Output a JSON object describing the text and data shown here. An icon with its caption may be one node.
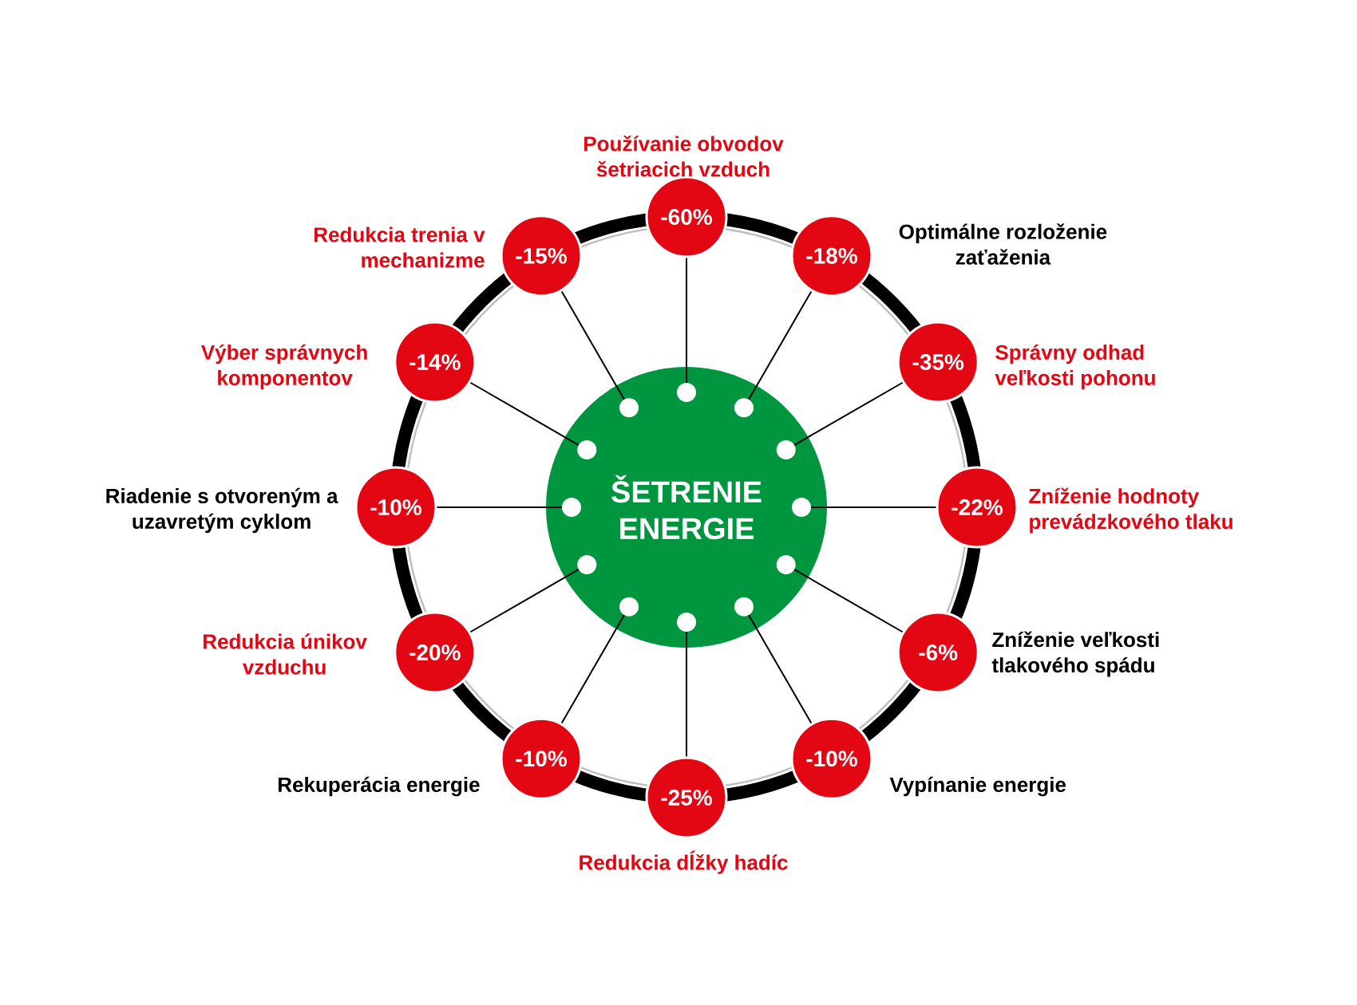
{
  "diagram": {
    "nodes": [
      {
        "text": [
          "ŠETRENIE ENERGIE"
        ]
      },
      {
        "text": [
          "-60%"
        ],
        "beside": [
          "Používanie obvodov šetriacich vzduch"
        ]
      },
      {
        "text": [
          "-18%"
        ],
        "beside": [
          "Optimálne rozloženie zaťaženia"
        ]
      },
      {
        "text": [
          "-35%"
        ],
        "beside": [
          "Správny odhad veľkosti pohonu"
        ]
      },
      {
        "text": [
          "-22%"
        ],
        "beside": [
          "Zníženie hodnoty prevádzkového tlaku"
        ]
      },
      {
        "text": [
          "-6%"
        ],
        "beside": [
          "Zníženie veľkosti tlakového spádu"
        ]
      },
      {
        "text": [
          "-10%"
        ],
        "beside": [
          "Vypínanie energie"
        ]
      },
      {
        "text": [
          "-25%"
        ],
        "beside": [
          "Redukcia dĺžky hadíc"
        ]
      },
      {
        "text": [
          "-10%"
        ],
        "beside": [
          "Rekuperácia energie"
        ]
      },
      {
        "text": [
          "-20%"
        ],
        "beside": [
          "Redukcia únikov vzduchu"
        ]
      },
      {
        "text": [
          "-10%"
        ],
        "beside": [
          "Riadenie s otvoreným a uzavretým cyklom"
        ]
      },
      {
        "text": [
          "-14%"
        ],
        "beside": [
          "Výber správnych komponentov"
        ]
      },
      {
        "text": [
          "-15%"
        ],
        "beside": [
          "Redukcia trenia v mechanizme"
        ]
      }
    ],
    "edges": [
      {
        "from": 0,
        "to": 1,
        "arrow": "none"
      },
      {
        "from": 0,
        "to": 2,
        "arrow": "none"
      },
      {
        "from": 0,
        "to": 3,
        "arrow": "none"
      },
      {
        "from": 0,
        "to": 4,
        "arrow": "none"
      },
      {
        "from": 0,
        "to": 5,
        "arrow": "none"
      },
      {
        "from": 0,
        "to": 6,
        "arrow": "none"
      },
      {
        "from": 0,
        "to": 7,
        "arrow": "none"
      },
      {
        "from": 0,
        "to": 8,
        "arrow": "none"
      },
      {
        "from": 0,
        "to": 9,
        "arrow": "none"
      },
      {
        "from": 0,
        "to": 10,
        "arrow": "none"
      },
      {
        "from": 0,
        "to": 11,
        "arrow": "none"
      },
      {
        "from": 0,
        "to": 12,
        "arrow": "none"
      }
    ]
  }
}
